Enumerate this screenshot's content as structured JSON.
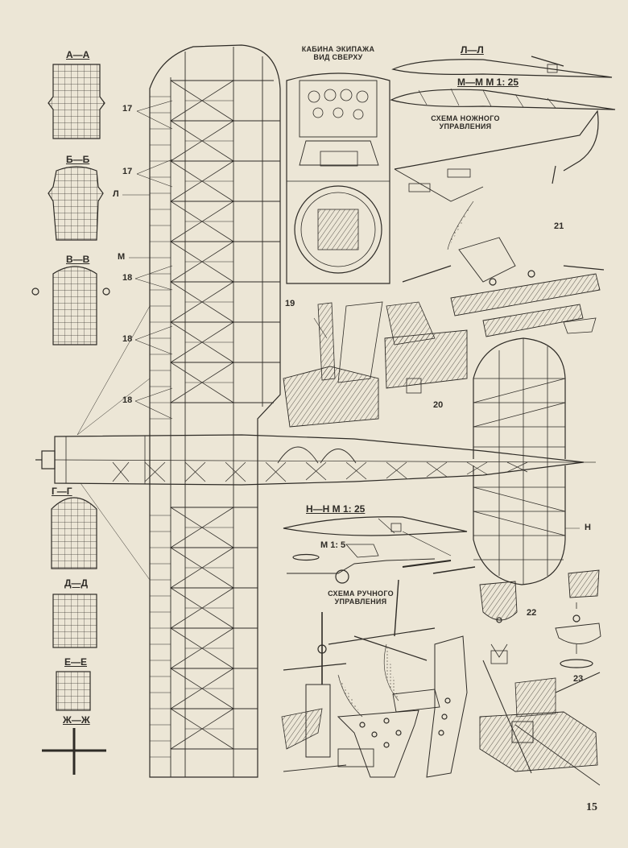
{
  "page": {
    "number": "15"
  },
  "sections": {
    "aa": "А—А",
    "bb": "Б—Б",
    "vv": "В—В",
    "gg": "Г—Г",
    "dd": "Д—Д",
    "ee": "Е—Е",
    "zhzh": "Ж—Ж",
    "ll": "Л—Л",
    "mm": "М—М М 1: 25",
    "nn": "Н—Н М 1: 25",
    "scale15": "М 1: 5"
  },
  "captions": {
    "cockpit_line1": "КАБИНА ЭКИПАЖА",
    "cockpit_line2": "ВИД СВЕРХУ",
    "foot_control_line1": "СХЕМА НОЖНОГО",
    "foot_control_line2": "УПРАВЛЕНИЯ",
    "hand_control_line1": "СХЕМА РУЧНОГО",
    "hand_control_line2": "УПРАВЛЕНИЯ"
  },
  "side_letters": {
    "l": "Л",
    "m": "М",
    "n": "Н"
  },
  "callouts": {
    "c17a": "17",
    "c17b": "17",
    "c18a": "18",
    "c18b": "18",
    "c18c": "18",
    "c19": "19",
    "c20": "20",
    "c21": "21",
    "c22": "22",
    "c23": "23"
  },
  "colors": {
    "paper": "#ece6d6",
    "ink": "#2e2b26"
  }
}
